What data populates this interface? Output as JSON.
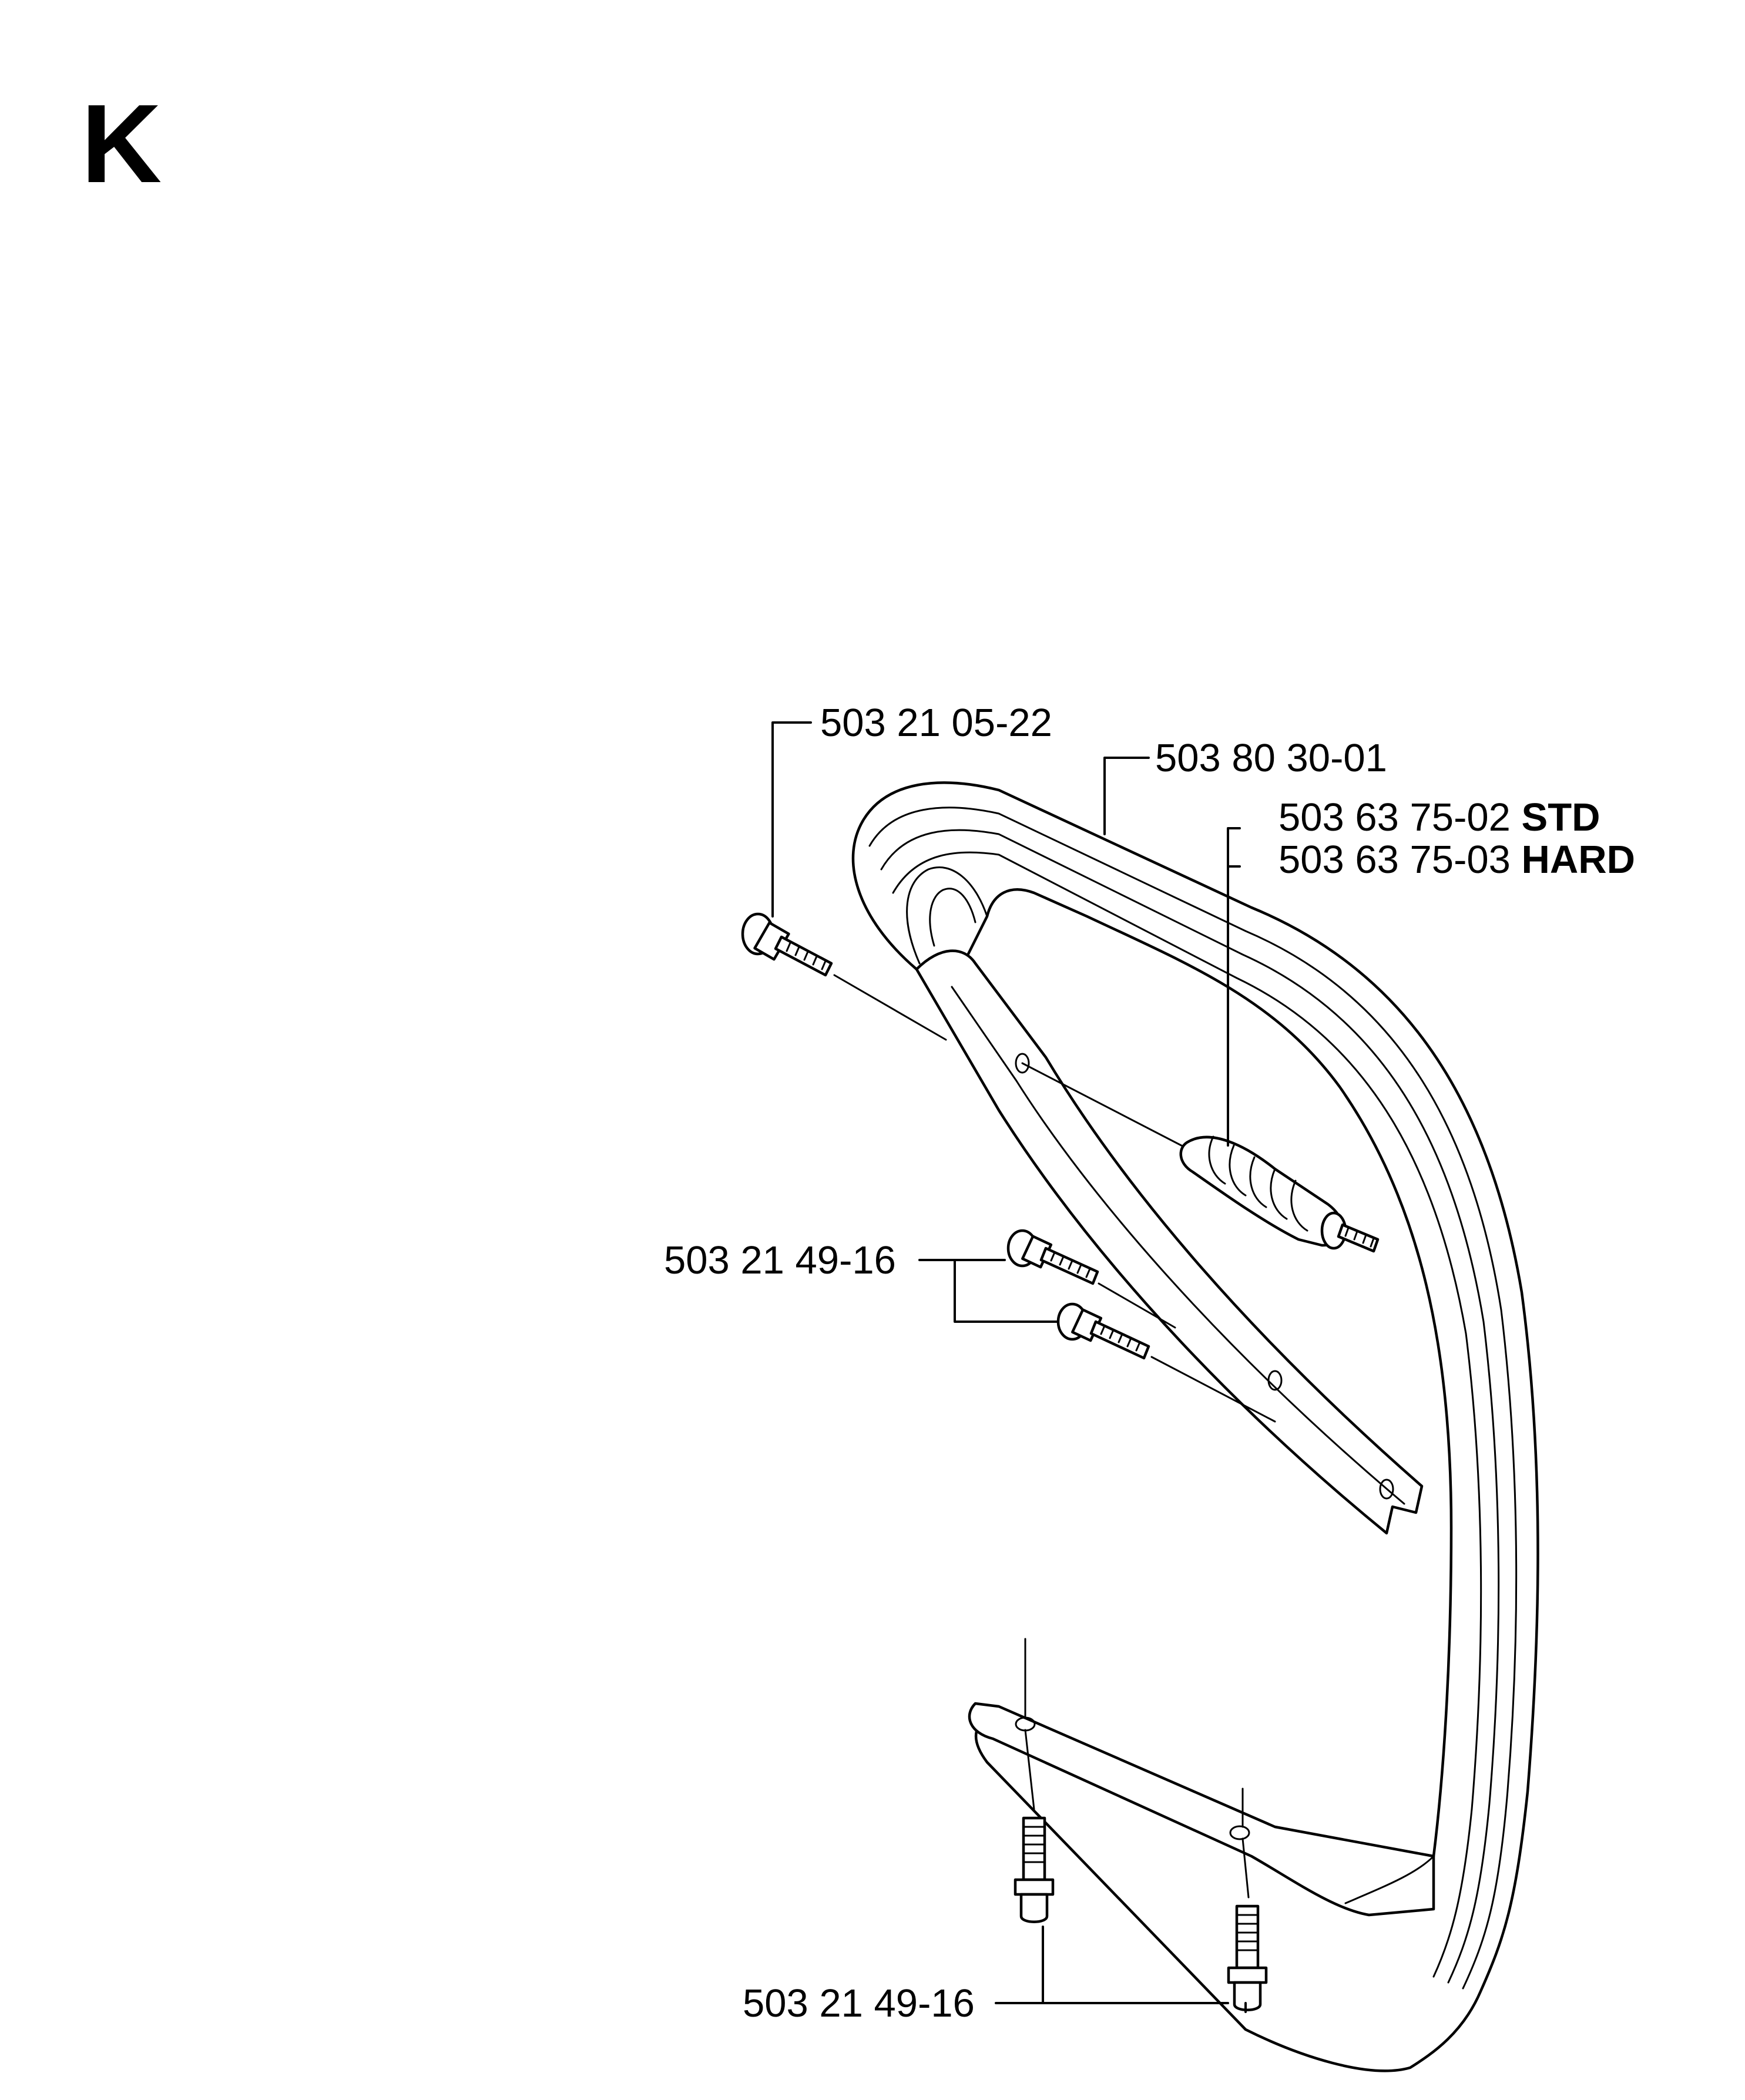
{
  "section": {
    "letter": "K"
  },
  "parts": {
    "front_screw": {
      "part_no": "503 21 05-22"
    },
    "handle": {
      "part_no": "503 80 30-01"
    },
    "av_element_std": {
      "part_no": "503 63 75-02",
      "variant": "STD"
    },
    "av_element_hard": {
      "part_no": "503 63 75-03",
      "variant": "HARD"
    },
    "side_screws": {
      "part_no": "503 21 49-16"
    },
    "bottom_screws": {
      "part_no": "503 21 49-16"
    }
  }
}
